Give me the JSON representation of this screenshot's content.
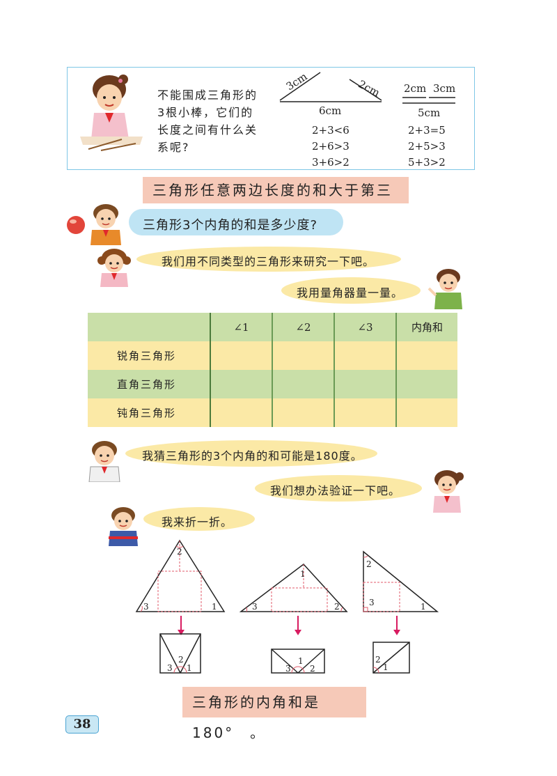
{
  "top_box": {
    "question": "不能围成三角形的3根小棒，它们的长度之间有什么关系呢?",
    "fig1": {
      "left": "3cm",
      "right": "2cm",
      "base": "6cm"
    },
    "fig2": {
      "a": "2cm",
      "b": "3cm",
      "base": "5cm"
    },
    "ineq1": [
      "2+3<6",
      "2+6>3",
      "3+6>2"
    ],
    "ineq2": [
      "2+3=5",
      "2+5>3",
      "5+3>2"
    ]
  },
  "conclusion_1": "三角形任意两边长度的和大于第三边。",
  "dialog": {
    "q_blue": "三角形3个内角的和是多少度?",
    "girl1": "我们用不同类型的三角形来研究一下吧。",
    "boy2": "我用量角器量一量。",
    "boy3": "我猜三角形的3个内角的和可能是180度。",
    "girl2": "我们想办法验证一下吧。",
    "boy4": "我来折一折。"
  },
  "table": {
    "headers": [
      "",
      "∠1",
      "∠2",
      "∠3",
      "内角和"
    ],
    "rows": [
      "锐角三角形",
      "直角三角形",
      "钝角三角形"
    ]
  },
  "labels": {
    "one": "1",
    "two": "2",
    "three": "3"
  },
  "conclusion_2": "三角形的内角和是180°　。",
  "page_number": "38"
}
